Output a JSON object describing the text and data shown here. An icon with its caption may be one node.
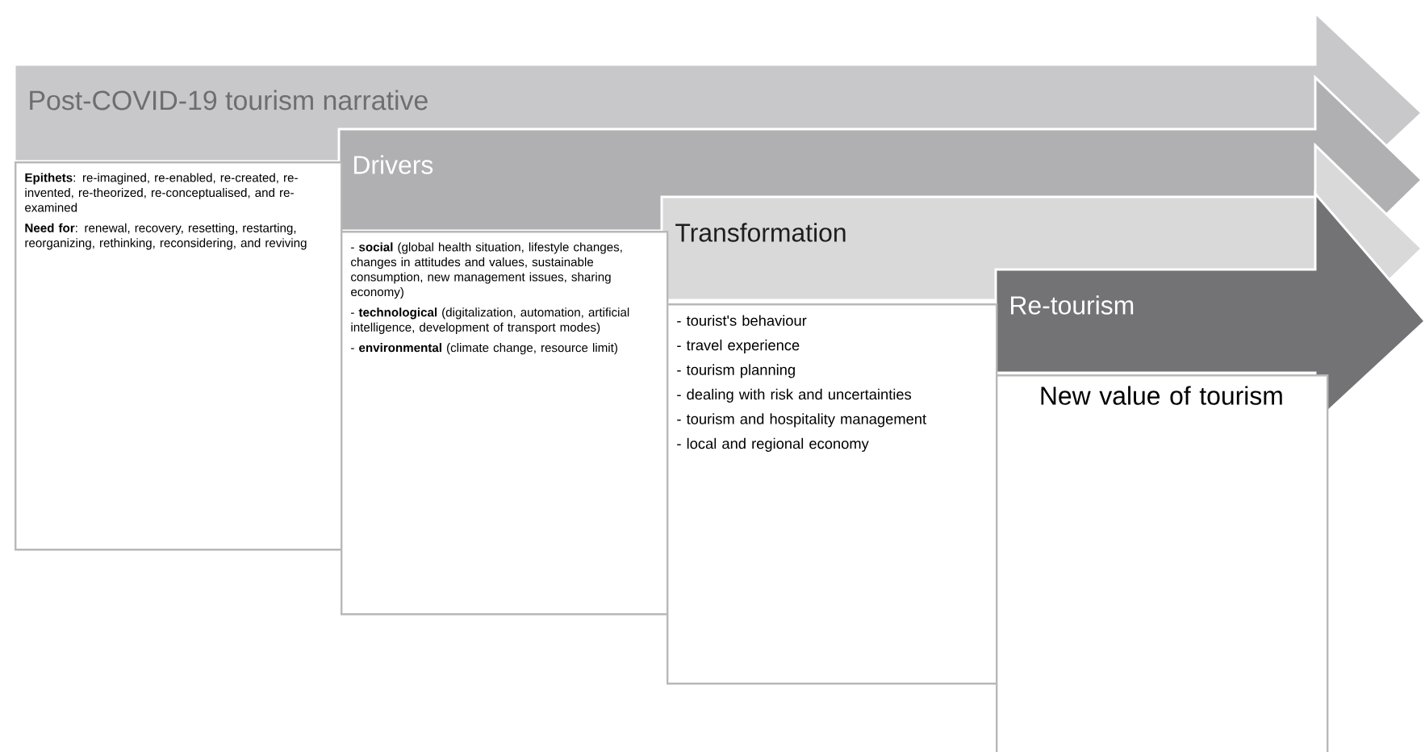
{
  "diagram": {
    "nodes": [
      {
        "text": [
          "Post-COVID-19 tourism narrative"
        ]
      },
      {
        "text": [
          "**Epithets**: re-imagined, re-enabled, re-created, re-invented, re-theorized, re-conceptualised, and re-examined",
          "**Need for**: renewal, recovery, resetting, restarting, reorganizing, rethinking, reconsidering, and reviving"
        ]
      },
      {
        "text": [
          "Drivers"
        ]
      },
      {
        "text": [
          "- **social** (global health situation, lifestyle changes, changes in attitudes and values, sustainable consumption, new management issues, sharing economy)",
          "- **technological** (digitalization, automation, artificial intelligence, development of transport modes)",
          "- **environmental** (climate change, resource limit)"
        ]
      },
      {
        "text": [
          "Transformation"
        ]
      },
      {
        "text": [
          "- tourist's behaviour",
          "- travel experience",
          "- tourism planning",
          "- dealing with risk and uncertainties",
          "- tourism and hospitality management",
          "- local and regional economy"
        ]
      },
      {
        "text": [
          "Re-tourism"
        ]
      },
      {
        "text": [
          "New value of tourism"
        ]
      }
    ]
  }
}
